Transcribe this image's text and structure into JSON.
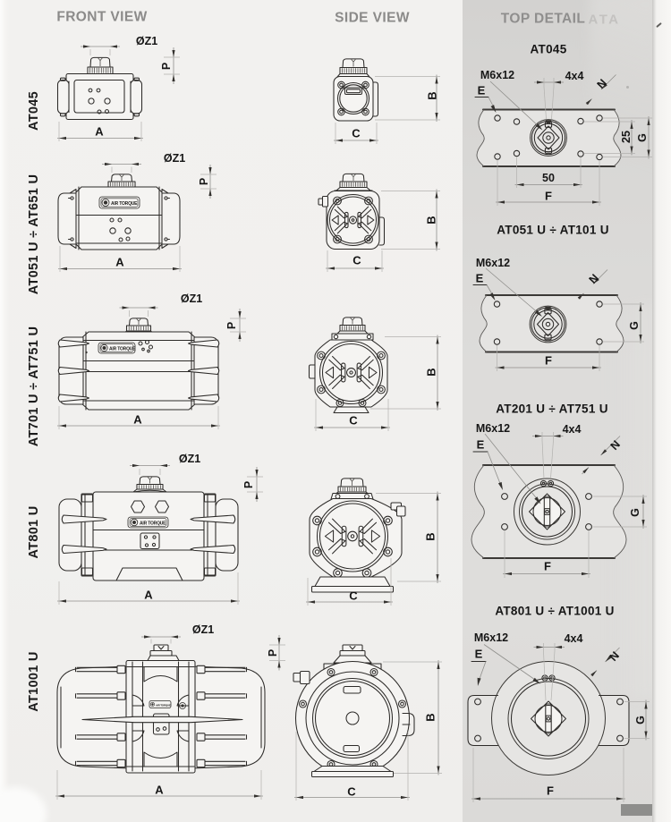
{
  "headers": {
    "front_view": "FRONT VIEW",
    "side_view": "SIDE VIEW",
    "top_detail": "TOP DETAIL"
  },
  "watermark": "ATA",
  "logo_text": "AIR TORQUE",
  "front_rows": [
    {
      "model": "AT045",
      "dim_diameter": "ØZ1",
      "dim_pinion": "P",
      "dim_length": "A"
    },
    {
      "model": "AT051 U ÷ AT651 U",
      "dim_diameter": "ØZ1",
      "dim_pinion": "P",
      "dim_length": "A"
    },
    {
      "model": "AT701 U ÷ AT751 U",
      "dim_diameter": "ØZ1",
      "dim_pinion": "P",
      "dim_length": "A"
    },
    {
      "model": "AT801 U",
      "dim_diameter": "ØZ1",
      "dim_pinion": "P",
      "dim_length": "A"
    },
    {
      "model": "AT1001 U",
      "dim_diameter": "ØZ1",
      "dim_pinion": "P",
      "dim_length": "A"
    }
  ],
  "side_rows": [
    {
      "dim_width": "C",
      "dim_height": "B"
    },
    {
      "dim_width": "C",
      "dim_height": "B"
    },
    {
      "dim_width": "C",
      "dim_height": "B"
    },
    {
      "dim_width": "C",
      "dim_height": "B"
    },
    {
      "dim_width": "C",
      "dim_height": "B"
    }
  ],
  "top_details": [
    {
      "title": "AT045",
      "labels": {
        "thread": "M6x12",
        "edge": "E",
        "square": "4x4",
        "diagonal": "N",
        "height": "G",
        "width": "F",
        "pitch_vertical": "25",
        "pitch_horizontal": "50"
      }
    },
    {
      "title": "AT051 U ÷ AT101 U",
      "labels": {
        "thread": "M6x12",
        "edge": "E",
        "diagonal": "N",
        "height": "G",
        "width": "F"
      }
    },
    {
      "title": "AT201 U ÷ AT751 U",
      "labels": {
        "thread": "M6x12",
        "edge": "E",
        "square": "4x4",
        "diagonal": "N",
        "height": "G",
        "width": "F"
      }
    },
    {
      "title": "AT801 U ÷ AT1001 U",
      "labels": {
        "thread": "M6x12",
        "edge": "E",
        "square": "4x4",
        "diagonal": "N",
        "height": "G",
        "width": "F"
      }
    }
  ]
}
